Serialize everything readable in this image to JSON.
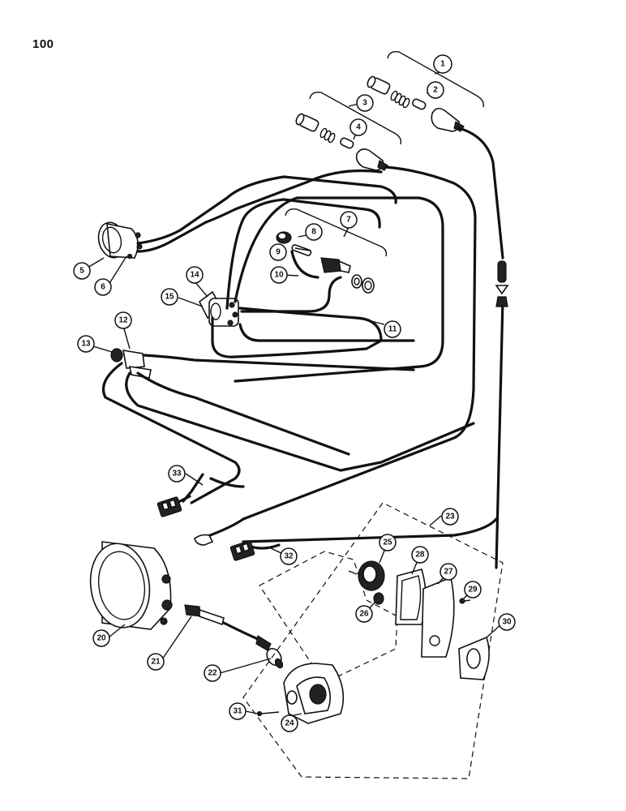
{
  "page_number": "100",
  "callouts": [
    "1",
    "2",
    "3",
    "4",
    "5",
    "6",
    "7",
    "8",
    "9",
    "10",
    "11",
    "12",
    "13",
    "14",
    "15",
    "20",
    "21",
    "22",
    "23",
    "24",
    "25",
    "26",
    "27",
    "28",
    "29",
    "30",
    "31",
    "32",
    "33"
  ]
}
